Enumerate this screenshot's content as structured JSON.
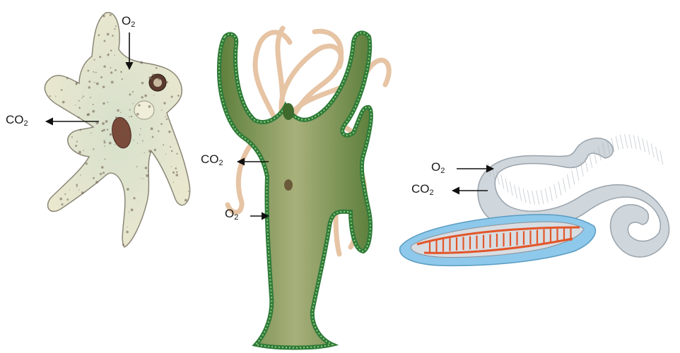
{
  "labels": {
    "amoeba_o2": {
      "base": "O",
      "sub": "2"
    },
    "amoeba_co2": {
      "base": "CO",
      "sub": "2"
    },
    "hydra_co2": {
      "base": "CO",
      "sub": "2"
    },
    "hydra_o2": {
      "base": "O",
      "sub": "2"
    },
    "worm_o2": {
      "base": "O",
      "sub": "2"
    },
    "worm_co2": {
      "base": "CO",
      "sub": "2"
    }
  },
  "colors": {
    "amoeba_body": "#e6e2c8",
    "amoeba_outline": "#8a8676",
    "amoeba_dots": "#6b5a4a",
    "nucleus": "#7a4a3a",
    "hydra_body": "#4a7a3a",
    "hydra_rim": "#2f7a3a",
    "hydra_tentacle": "#e8c7a8",
    "worm_body": "#cfd6dc",
    "worm_outline": "#9aa3ab",
    "worm_section_bg": "#8ec8ea",
    "worm_vessel": "#e2562a",
    "arrow": "#111111"
  }
}
